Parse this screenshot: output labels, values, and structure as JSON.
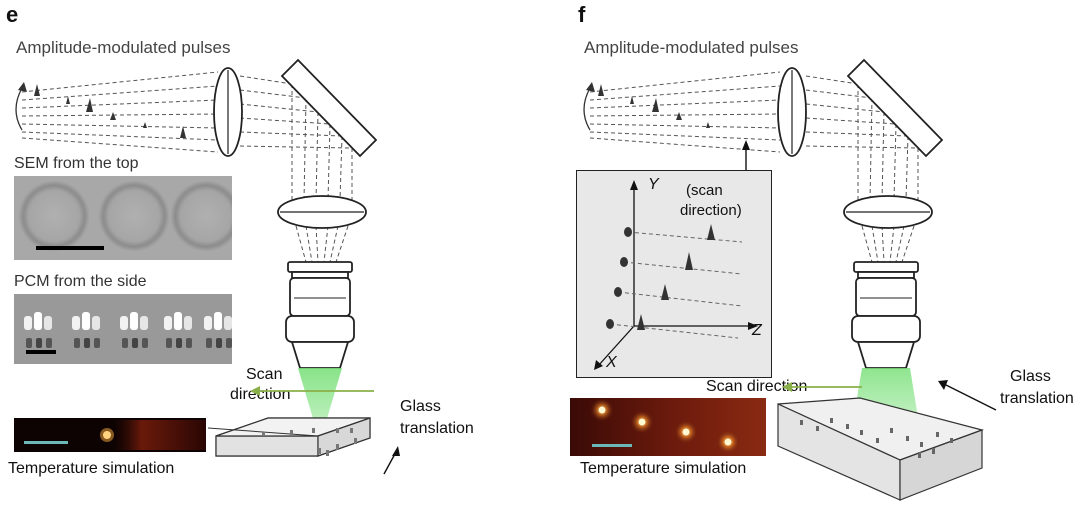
{
  "panel_e": {
    "letter": "e",
    "title": "Amplitude-modulated pulses",
    "sem_label": "SEM from the top",
    "pcm_label": "PCM from the side",
    "scan_label_1": "Scan",
    "scan_label_2": "direction",
    "glass_label_1": "Glass",
    "glass_label_2": "translation",
    "temp_label": "Temperature simulation"
  },
  "panel_f": {
    "letter": "f",
    "title": "Amplitude-modulated pulses",
    "axis_y": "Y",
    "axis_x": "X",
    "axis_z": "Z",
    "scan_dir_1": "(scan",
    "scan_dir_2": "direction)",
    "scan_label": "Scan direction",
    "glass_label_1": "Glass",
    "glass_label_2": "translation",
    "temp_label": "Temperature simulation"
  },
  "colors": {
    "scan_arrow": "#8ab04a",
    "beam": "#7be07b",
    "scale_bar_cyan": "#6bb8b8",
    "thermal_bg": "#1a0505"
  }
}
